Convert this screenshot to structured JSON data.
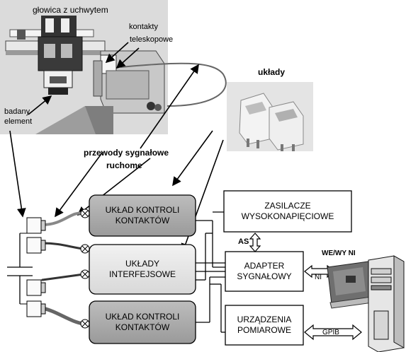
{
  "photo_labels": {
    "head": "głowica z uchwytem",
    "contacts_line1": "kontakty",
    "contacts_line2": "teleskopowe",
    "element_line1": "badany",
    "element_line2": "element",
    "circuits": "układy",
    "wires_line1": "przewody sygnałowe",
    "wires_line2": "ruchome"
  },
  "blocks": {
    "contact_ctrl_top": [
      "UKŁAD KONTROLI",
      "KONTAKTÓW"
    ],
    "interface": [
      "UKŁADY",
      "INTERFEJSOWE"
    ],
    "contact_ctrl_bottom": [
      "UKŁAD KONTROLI",
      "KONTAKTÓW"
    ],
    "hv_supply": [
      "ZASILACZE",
      "WYSOKONAPIĘCIOWE"
    ],
    "signal_adapter": [
      "ADAPTER",
      "SYGNAŁOWY"
    ],
    "measuring": [
      "URZĄDZENIA",
      "POMIAROWE"
    ]
  },
  "connectors": {
    "as": "AS",
    "ni": "NI",
    "gpib": "GPIB",
    "io_ni": "WE/WY NI"
  }
}
